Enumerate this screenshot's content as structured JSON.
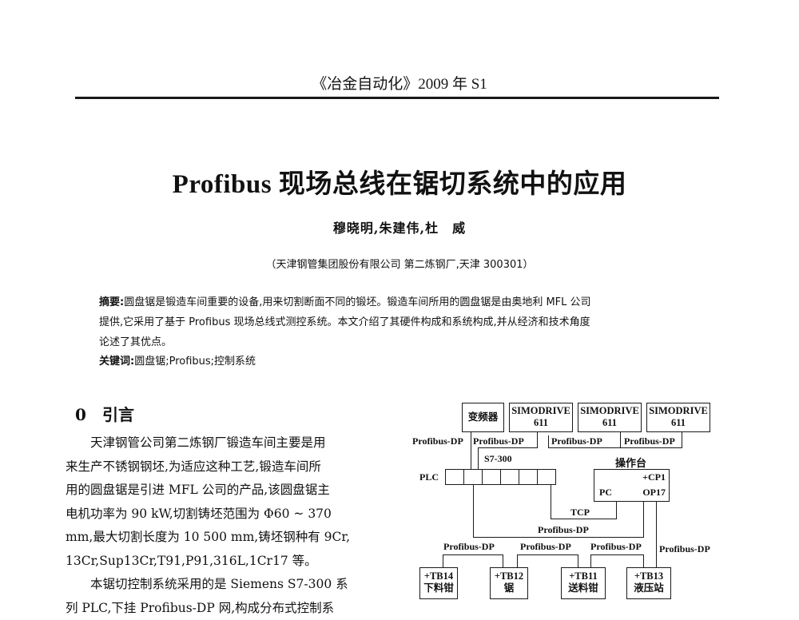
{
  "header": {
    "journal": "《冶金自动化》2009 年 S1"
  },
  "article": {
    "title": "Profibus 现场总线在锯切系统中的应用",
    "authors": "穆晓明,朱建伟,杜　威",
    "affiliation": "（天津钢管集团股份有限公司 第二炼钢厂,天津 300301）",
    "abstract_label": "摘要:",
    "abstract_line1": "圆盘锯是锻造车间重要的设备,用来切割断面不同的锻坯。锻造车间所用的圆盘锯是由奥地利 MFL 公司",
    "abstract_line2": "提供,它采用了基于 Profibus 现场总线式测控系统。本文介绍了其硬件构成和系统构成,并从经济和技术角度",
    "abstract_line3": "论述了其优点。",
    "keywords_label": "关键词:",
    "keywords": "圆盘锯;Profibus;控制系统"
  },
  "section": {
    "number": "0",
    "title": "引言",
    "paragraph1_line1": "天津钢管公司第二炼钢厂锻造车间主要是用",
    "paragraph1_line2": "来生产不锈钢钢坯,为适应这种工艺,锻造车间所",
    "paragraph1_line3": "用的圆盘锯是引进 MFL 公司的产品,该圆盘锯主",
    "paragraph1_line4": "电机功率为 90 kW,切割铸坯范围为 Φ60 ~ 370",
    "paragraph1_line5": "mm,最大切割长度为 10 500 mm,铸坯钢种有 9Cr,",
    "paragraph1_line6": "13Cr,Sup13Cr,T91,P91,316L,1Cr17 等。",
    "paragraph2_line1": "本锯切控制系统采用的是 Siemens S7-300 系",
    "paragraph2_line2": "列 PLC,下挂 Profibus-DP 网,构成分布式控制系"
  },
  "diagram": {
    "top_boxes": [
      {
        "label": "变频器"
      },
      {
        "line1": "SIMODRIVE",
        "line2": "611"
      },
      {
        "line1": "SIMODRIVE",
        "line2": "611"
      },
      {
        "line1": "SIMODRIVE",
        "line2": "611"
      }
    ],
    "bus_labels": {
      "left": "Profibus-DP",
      "top1": "Profibus-DP",
      "top2": "Profibus-DP",
      "top3": "Profibus-DP",
      "middle": "Profibus-DP",
      "right": "Profibus-DP",
      "bottom1": "Profibus-DP",
      "bottom2": "Profibus-DP",
      "bottom3": "Profibus-DP"
    },
    "plc_label": "PLC",
    "plc_model": "S7-300",
    "console_title": "操作台",
    "console_cp": "+CP1",
    "console_pc": "PC",
    "console_op": "OP17",
    "tcp_label": "TCP",
    "bottom_boxes": [
      {
        "line1": "+TB14",
        "line2": "下料钳"
      },
      {
        "line1": "+TB12",
        "line2": "锯"
      },
      {
        "line1": "+TB11",
        "line2": "送料钳"
      },
      {
        "line1": "+TB13",
        "line2": "液压站"
      }
    ]
  }
}
